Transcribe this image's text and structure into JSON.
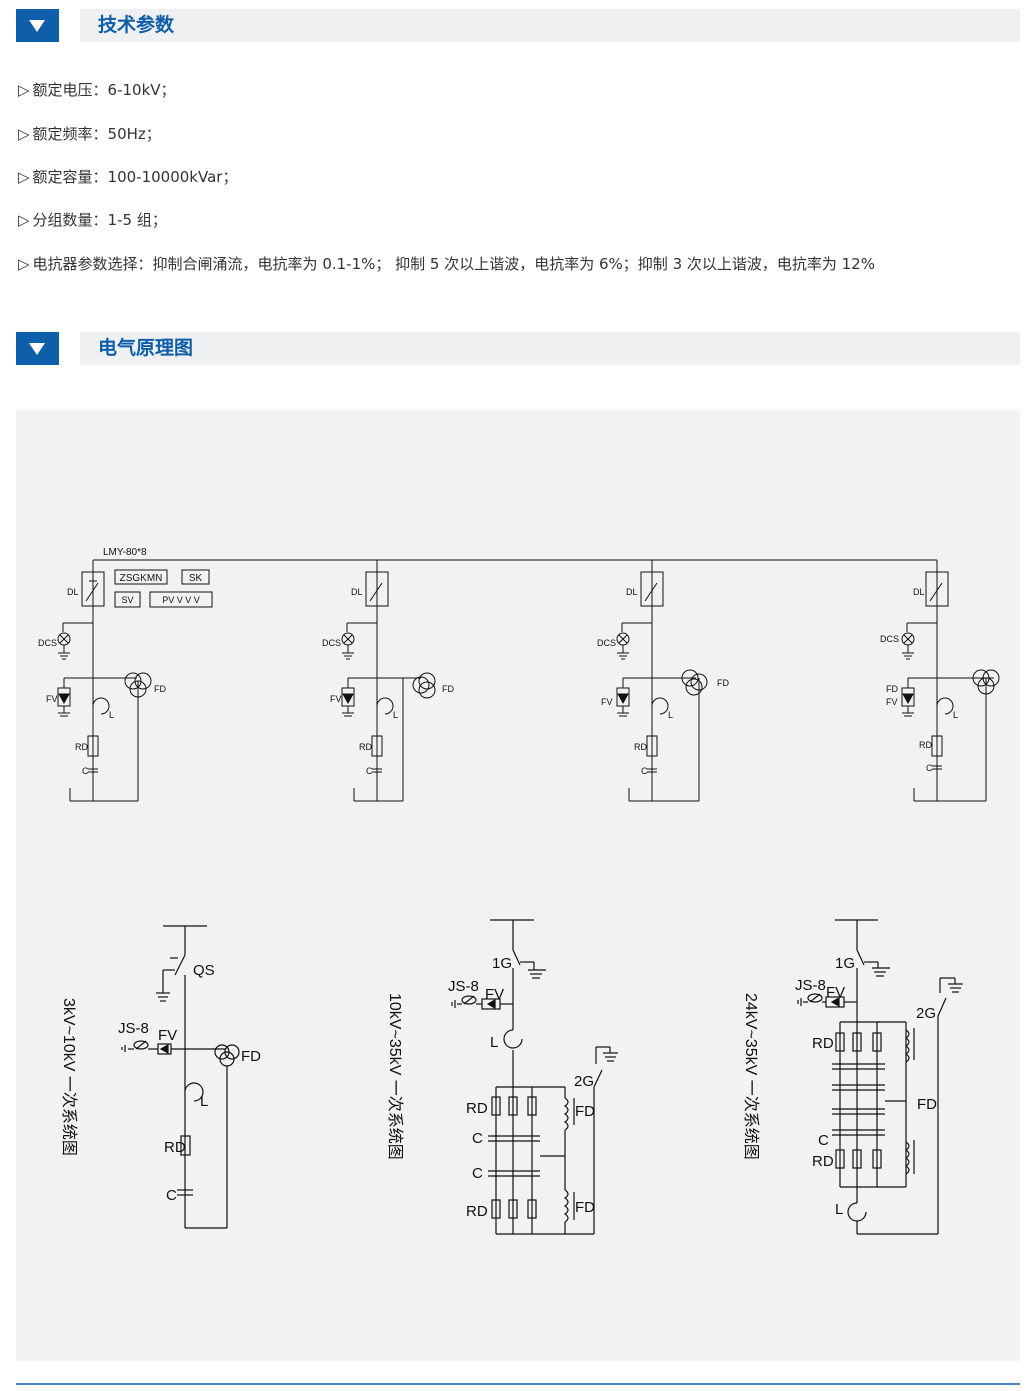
{
  "sections": [
    {
      "title": "技术参数"
    },
    {
      "title": "电气原理图"
    }
  ],
  "params": [
    {
      "mark": "▷",
      "text": "额定电压：6-10kV；"
    },
    {
      "mark": "▷",
      "text": "额定频率：50Hz；"
    },
    {
      "mark": "▷",
      "text": "额定容量：100-10000kVar；"
    },
    {
      "mark": "▷",
      "text": "分组数量：1-5 组；"
    },
    {
      "mark": "▷",
      "text": "电抗器参数选择：抑制合闸涌流，电抗率为 0.1-1%； 抑制 5 次以上谐波，电抗率为 6%；抑制 3 次以上谐波，电抗率为 12%"
    }
  ],
  "diagram_top": {
    "bus_label": "LMY-80*8",
    "boxes": [
      "ZSGKMN",
      "SK",
      "SV",
      "PV V V V"
    ],
    "labels": {
      "dl": "DL",
      "dcs": "DCS",
      "fv": "FV",
      "fd": "FD",
      "l": "L",
      "rd": "RD",
      "c": "C"
    }
  },
  "diagram_bottom": {
    "captions": [
      "3kV~10kV 一次系统图",
      "10kV~35kV 一次系统图",
      "24kV~35kV 一次系统图"
    ],
    "labels": {
      "qs": "QS",
      "js": "JS-8",
      "fv": "FV",
      "fd": "FD",
      "l": "L",
      "rd": "RD",
      "c": "C",
      "g1": "1G",
      "g2": "2G"
    }
  }
}
